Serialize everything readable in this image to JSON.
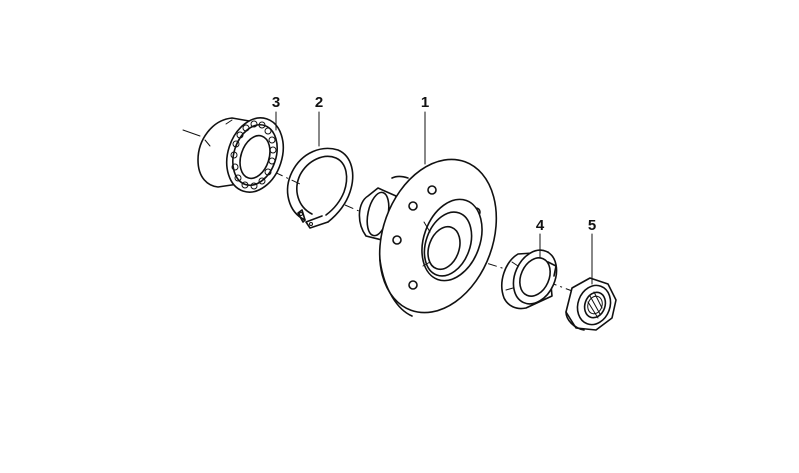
{
  "callouts": {
    "hub": "1",
    "circlip": "2",
    "bearing": "3",
    "ring": "4",
    "nut": "5"
  }
}
